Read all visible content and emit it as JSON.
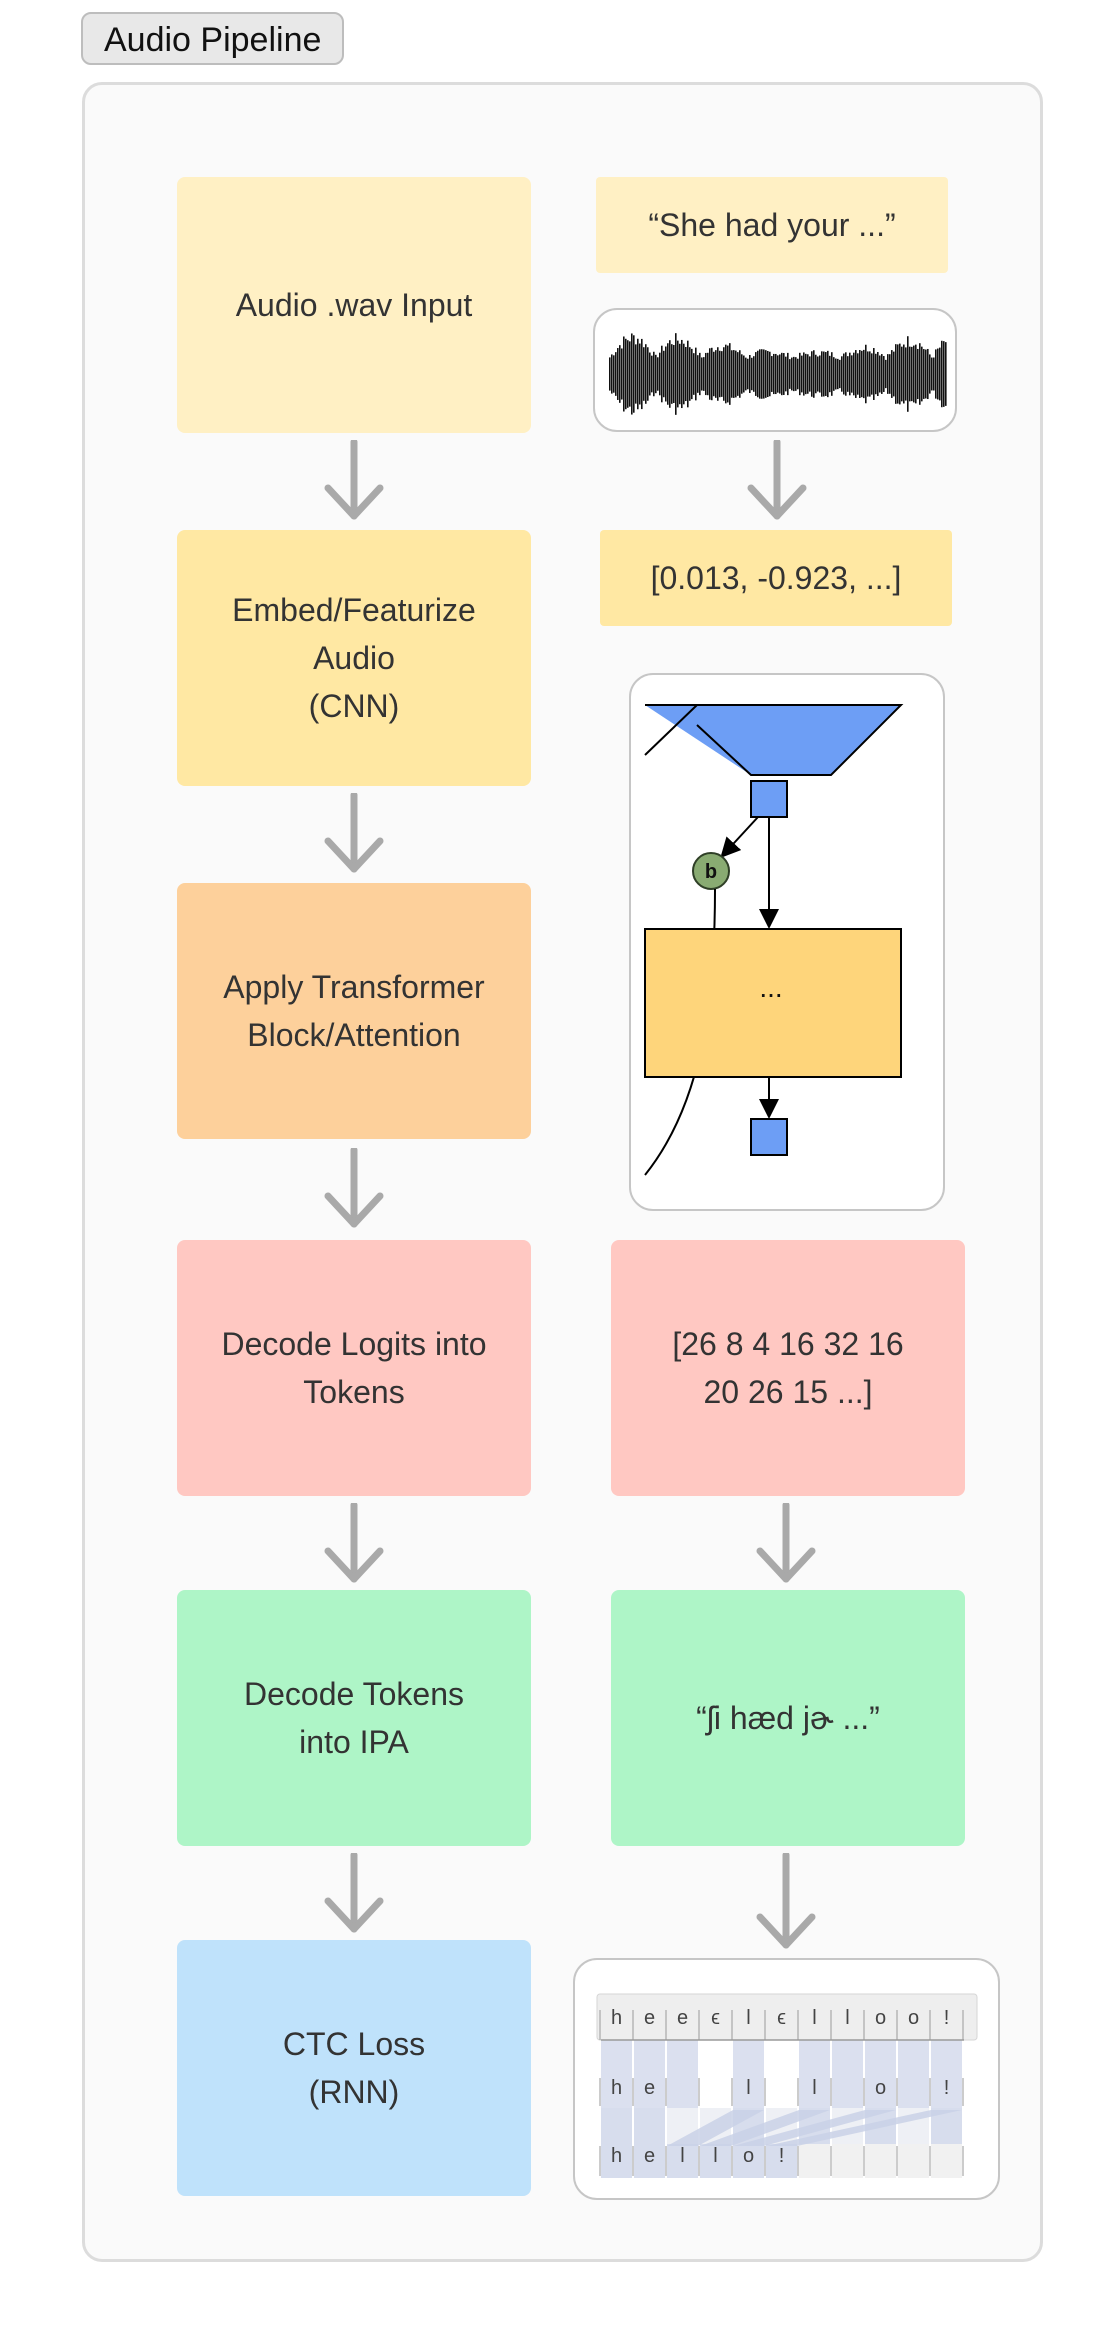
{
  "window": {
    "title": "Audio Pipeline"
  },
  "colors": {
    "stage_input": "#fff0c4",
    "stage_embed": "#ffe8a3",
    "stage_transformer": "#fdd09b",
    "stage_decode_logits": "#ffc8c2",
    "stage_decode_ipa": "#aef5c7",
    "stage_ctc": "#bfe2fb",
    "arrow": "#a9a9a9",
    "diagram_blue": "#6d9ef5",
    "diagram_yellow": "#fed57b",
    "diagram_node_green": "#89ab72"
  },
  "pipeline": {
    "stages": [
      {
        "label": "Audio .wav Input"
      },
      {
        "label": "Embed/Featurize\nAudio\n(CNN)"
      },
      {
        "label": "Apply Transformer\nBlock/Attention"
      },
      {
        "label": "Decode Logits into\nTokens"
      },
      {
        "label": "Decode Tokens\ninto IPA"
      },
      {
        "label": "CTC Loss\n(RNN)"
      }
    ]
  },
  "examples": {
    "transcript": "“She had your ...”",
    "waveform_icon": "waveform-icon",
    "features": "[0.013, -0.923, ...]",
    "network_diagram": {
      "node_label": "b",
      "block_label": "..."
    },
    "token_ids": "[26 8 4 16 32 16\n20 26 15 ...]",
    "ipa": "“ʃi hæd jɚ ...”",
    "ctc_alignment": {
      "row1": [
        "h",
        "e",
        "e",
        "ϵ",
        "l",
        "ϵ",
        "l",
        "l",
        "o",
        "o",
        "!"
      ],
      "row2": [
        "h",
        "e",
        "",
        "",
        "l",
        "",
        "l",
        "",
        "o",
        "",
        "!"
      ],
      "row3": [
        "h",
        "e",
        "l",
        "l",
        "o",
        "!",
        "",
        "",
        "",
        "",
        ""
      ]
    }
  }
}
